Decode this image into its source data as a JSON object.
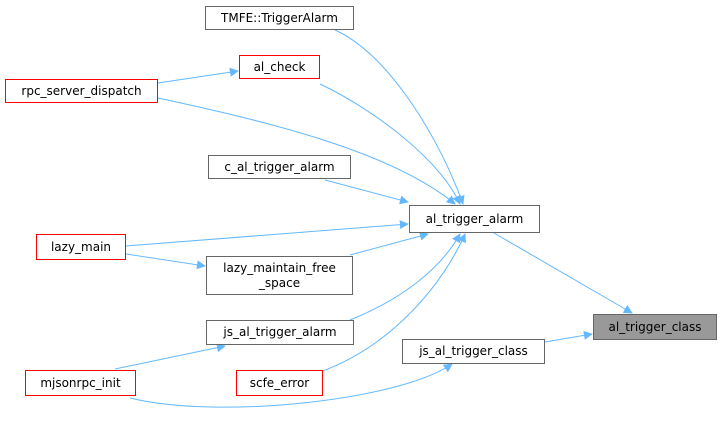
{
  "nodes": {
    "tmfe_trigger_alarm": "TMFE::TriggerAlarm",
    "al_check": "al_check",
    "rpc_server_dispatch": "rpc_server_dispatch",
    "c_al_trigger_alarm": "c_al_trigger_alarm",
    "al_trigger_alarm": "al_trigger_alarm",
    "lazy_main": "lazy_main",
    "lazy_maintain_free_space": "lazy_maintain_free\n_space",
    "js_al_trigger_alarm": "js_al_trigger_alarm",
    "js_al_trigger_class": "js_al_trigger_class",
    "al_trigger_class": "al_trigger_class",
    "mjsonrpc_init": "mjsonrpc_init",
    "scfe_error": "scfe_error"
  },
  "colors": {
    "edge": "#63b8ff",
    "node_border": "#666666",
    "undocumented_border": "#ff0000",
    "current_fill": "#999999"
  },
  "edges": [
    [
      "tmfe_trigger_alarm",
      "al_trigger_alarm"
    ],
    [
      "al_check",
      "al_trigger_alarm"
    ],
    [
      "rpc_server_dispatch",
      "al_check"
    ],
    [
      "rpc_server_dispatch",
      "al_trigger_alarm"
    ],
    [
      "c_al_trigger_alarm",
      "al_trigger_alarm"
    ],
    [
      "lazy_main",
      "al_trigger_alarm"
    ],
    [
      "lazy_main",
      "lazy_maintain_free_space"
    ],
    [
      "lazy_maintain_free_space",
      "al_trigger_alarm"
    ],
    [
      "js_al_trigger_alarm",
      "al_trigger_alarm"
    ],
    [
      "mjsonrpc_init",
      "js_al_trigger_alarm"
    ],
    [
      "mjsonrpc_init",
      "js_al_trigger_class"
    ],
    [
      "scfe_error",
      "al_trigger_alarm"
    ],
    [
      "al_trigger_alarm",
      "al_trigger_class"
    ],
    [
      "js_al_trigger_class",
      "al_trigger_class"
    ]
  ]
}
